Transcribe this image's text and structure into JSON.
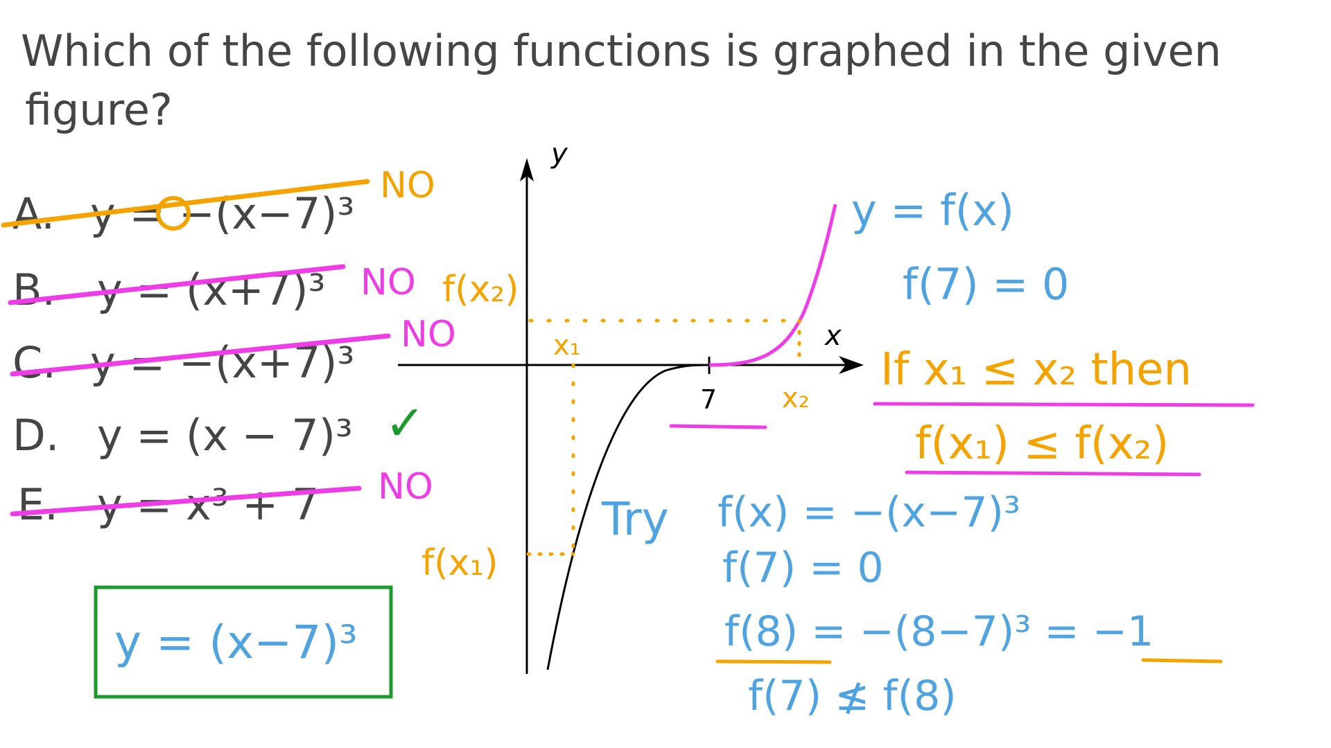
{
  "question": {
    "line1": "Which of the following functions is graphed in the given",
    "line2": "figure?"
  },
  "options": [
    {
      "letter": "A.",
      "formula": "y = −(x−7)³",
      "verdict": "NO",
      "crossed": true
    },
    {
      "letter": "B.",
      "formula": "y = (x+7)³",
      "verdict": "NO",
      "crossed": true
    },
    {
      "letter": "C.",
      "formula": "y = −(x+7)³",
      "verdict": "NO",
      "crossed": true
    },
    {
      "letter": "D.",
      "formula": "y = (x − 7)³",
      "verdict": "✓",
      "crossed": false
    },
    {
      "letter": "E.",
      "formula": "y = x³ + 7",
      "verdict": "NO",
      "crossed": true
    }
  ],
  "answer": "y = (x−7)³",
  "graph": {
    "y_label": "y",
    "x_label": "x",
    "tick_label": "7",
    "f_x2": "f(x₂)",
    "f_x1": "f(x₁)",
    "x1": "x₁",
    "x2": "x₂"
  },
  "notes": {
    "y_eq_fx": "y = f(x)",
    "f7_eq_0": "f(7) = 0",
    "if_line": "If  x₁ ≤ x₂  then",
    "then_line": "f(x₁) ≤ f(x₂)",
    "try": "Try",
    "try_fx": "f(x) = −(x−7)³",
    "try_f7": "f(7) = 0",
    "try_f8": "f(8) = −(8−7)³ = −1",
    "conclusion": "f(7) ≰ f(8)"
  },
  "colors": {
    "ink": "#454545",
    "orange": "#f5a300",
    "magenta": "#ee3ce6",
    "blue": "#4ea3e0",
    "green": "#1d9a2c"
  }
}
